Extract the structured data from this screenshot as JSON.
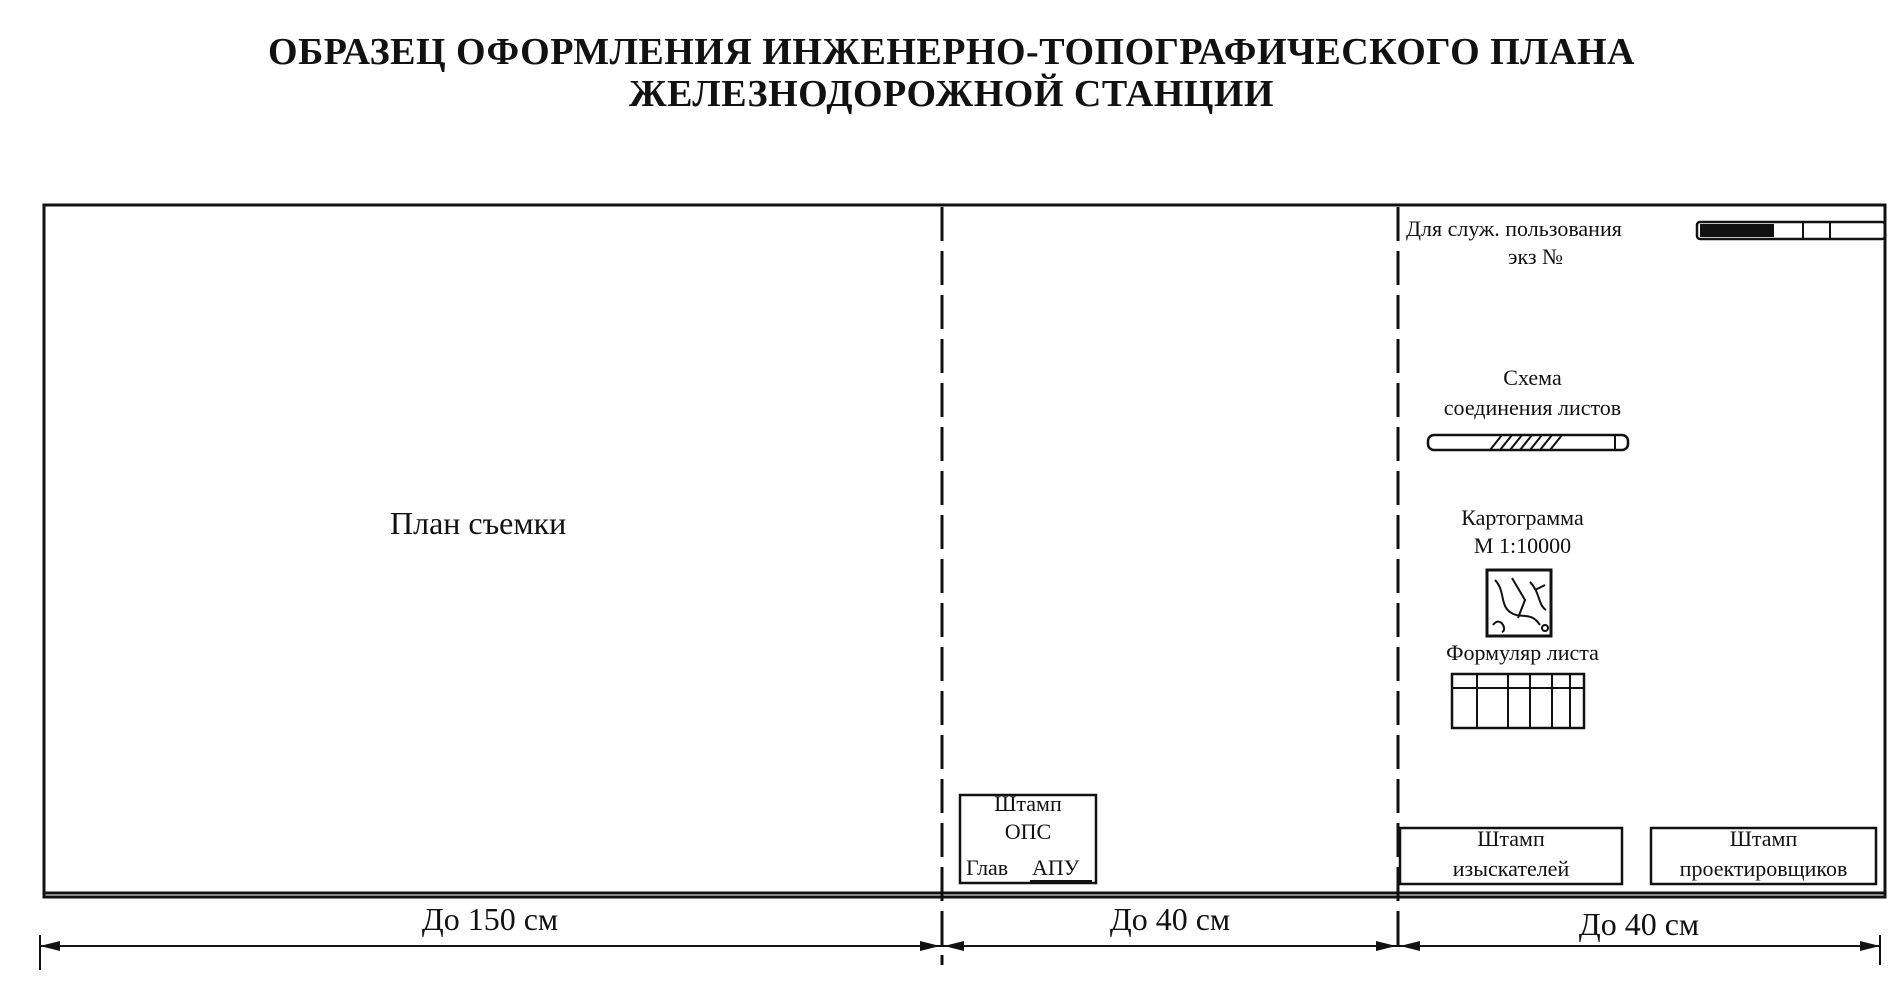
{
  "title": {
    "line1": "ОБРАЗЕЦ ОФОРМЛЕНИЯ ИНЖЕНЕРНО-ТОПОГРАФИЧЕСКОГО ПЛАНА",
    "line2": "ЖЕЛЕЗНОДОРОЖНОЙ СТАНЦИИ"
  },
  "plan": {
    "label": "План съемки"
  },
  "stamp_ops": {
    "line1": "Штамп",
    "line2": "ОПС",
    "line3_a": "Глав",
    "line3_b": "АПУ"
  },
  "right_panel": {
    "restricted": "Для служ. пользования",
    "copy_no": "экз №",
    "scheme_line1": "Схема",
    "scheme_line2": "соединения листов",
    "cartogram": "Картограмма",
    "cartogram_scale": "М 1:10000",
    "sheet_form": "Формуляр листа",
    "stamp_surveyors_line1": "Штамп",
    "stamp_surveyors_line2": "изыскателей",
    "stamp_designers_line1": "Штамп",
    "stamp_designers_line2": "проектировщиков"
  },
  "dimensions": {
    "left": "До 150 см",
    "middle": "До 40 см",
    "right": "До 40 см"
  },
  "colors": {
    "ink": "#111111",
    "paper": "#ffffff"
  }
}
